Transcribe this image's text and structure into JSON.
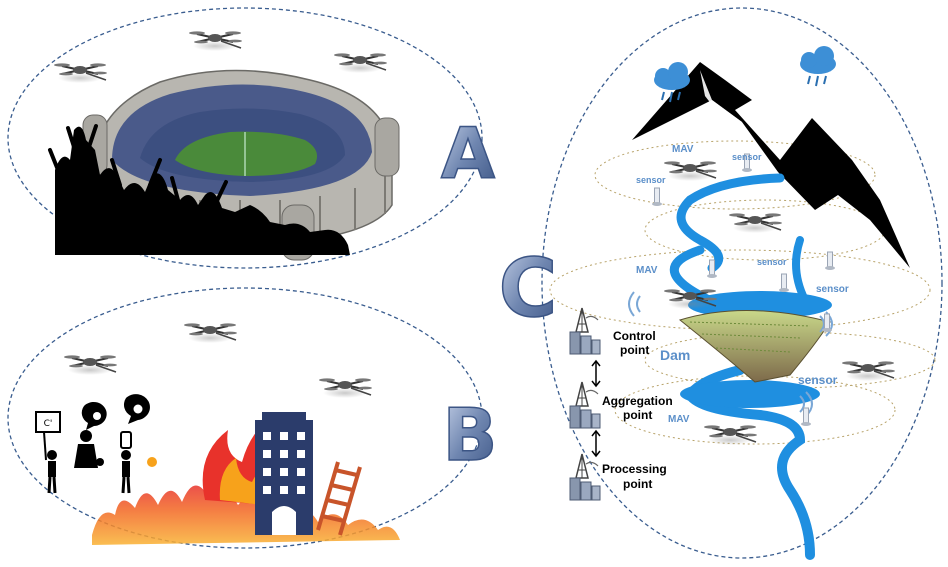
{
  "scenarios": {
    "a": {
      "letter": "A",
      "icon": "stadium-crowd"
    },
    "b": {
      "letter": "B",
      "icon": "building-fire-people"
    },
    "c": {
      "letter": "C",
      "icon": "mountain-river-dam"
    }
  },
  "labels": {
    "mav": "MAV",
    "sensor": "sensor",
    "dam": "Dam",
    "control_1": "Control",
    "control_2": "point",
    "aggregation_1": "Aggregation",
    "aggregation_2": "point",
    "processing_1": "Processing",
    "processing_2": "point"
  },
  "colors": {
    "ellipse_stroke": "#3a5d8f",
    "river": "#1f8fe0",
    "label_blue": "#5b8fc9",
    "letter": "#6f86b0",
    "fire": "#f26522",
    "building": "#2b3c6b"
  }
}
